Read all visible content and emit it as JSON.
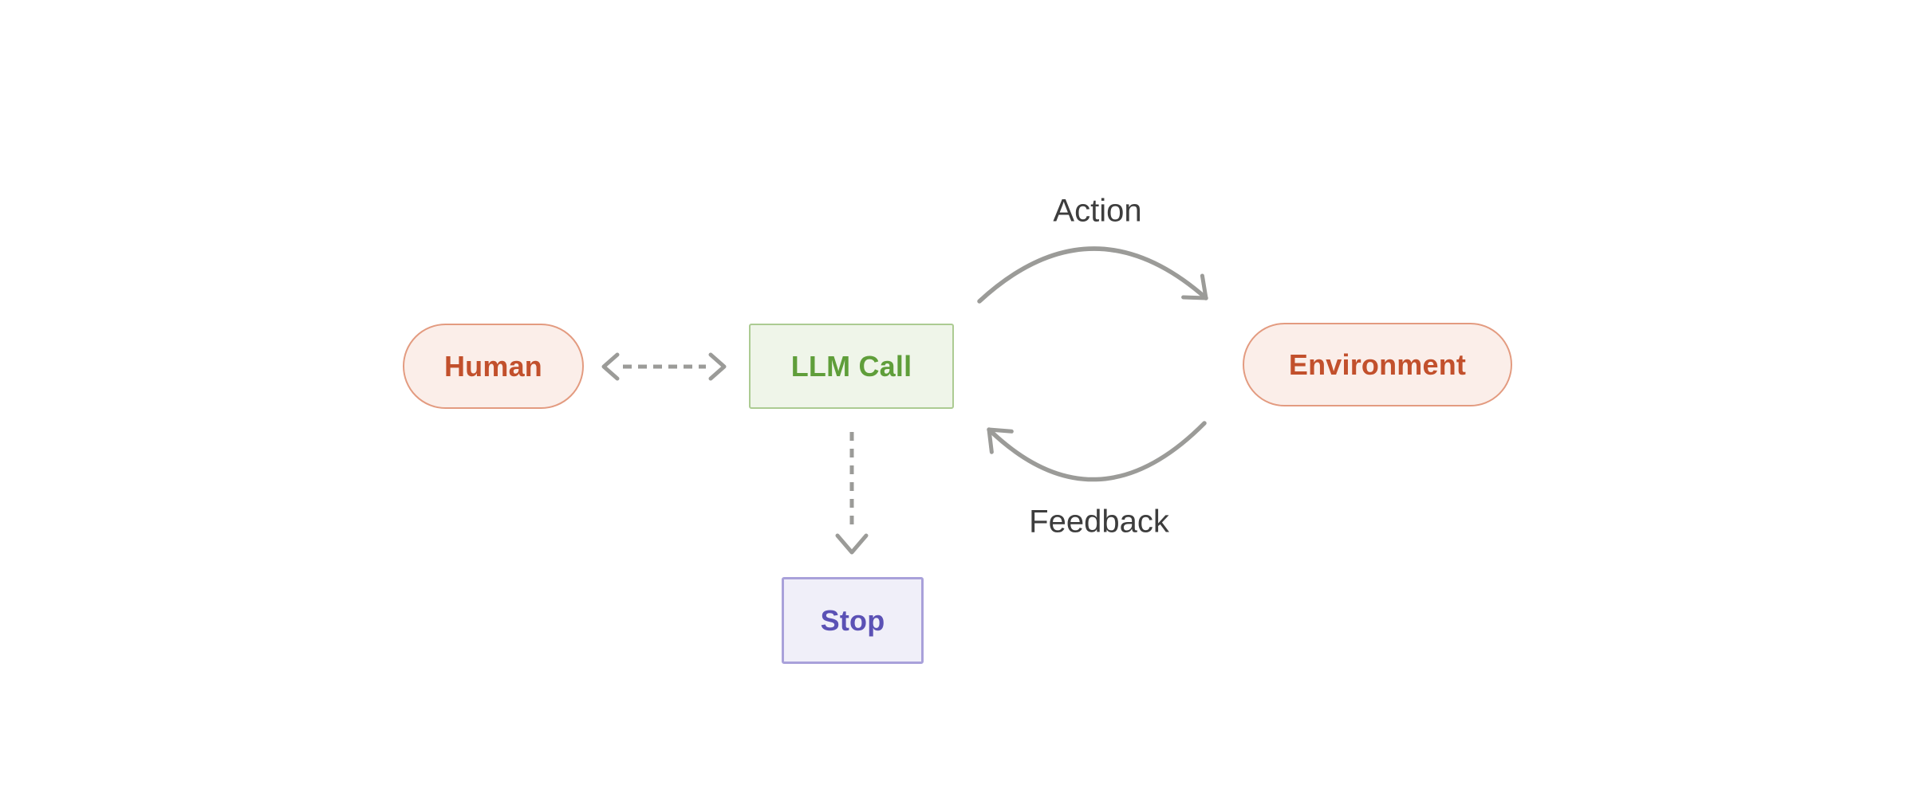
{
  "diagram": {
    "background_color": "#ffffff",
    "arrow_color": "#9b9b98",
    "edge_label_color": "#3d3d3d",
    "nodes": {
      "human": {
        "label": "Human",
        "shape": "pill",
        "text_color": "#c2502c",
        "fill": "#fbeee9",
        "border_color": "#e39b80"
      },
      "llm_call": {
        "label": "LLM Call",
        "shape": "rect",
        "text_color": "#5f9e3a",
        "fill": "#eff5e9",
        "border_color": "#accb92"
      },
      "environment": {
        "label": "Environment",
        "shape": "pill",
        "text_color": "#c2502c",
        "fill": "#fbeee9",
        "border_color": "#e39b80"
      },
      "stop": {
        "label": "Stop",
        "shape": "rect",
        "text_color": "#5b51b5",
        "fill": "#f0eff9",
        "border_color": "#a9a1da"
      }
    },
    "edges": {
      "action": {
        "label": "Action",
        "from": "llm_call",
        "to": "environment",
        "style": "solid-curved-arrow"
      },
      "feedback": {
        "label": "Feedback",
        "from": "environment",
        "to": "llm_call",
        "style": "solid-curved-arrow"
      },
      "human_llm": {
        "from": "human",
        "to": "llm_call",
        "style": "dashed-double-headed-arrow"
      },
      "llm_stop": {
        "from": "llm_call",
        "to": "stop",
        "style": "dashed-arrow"
      }
    }
  }
}
